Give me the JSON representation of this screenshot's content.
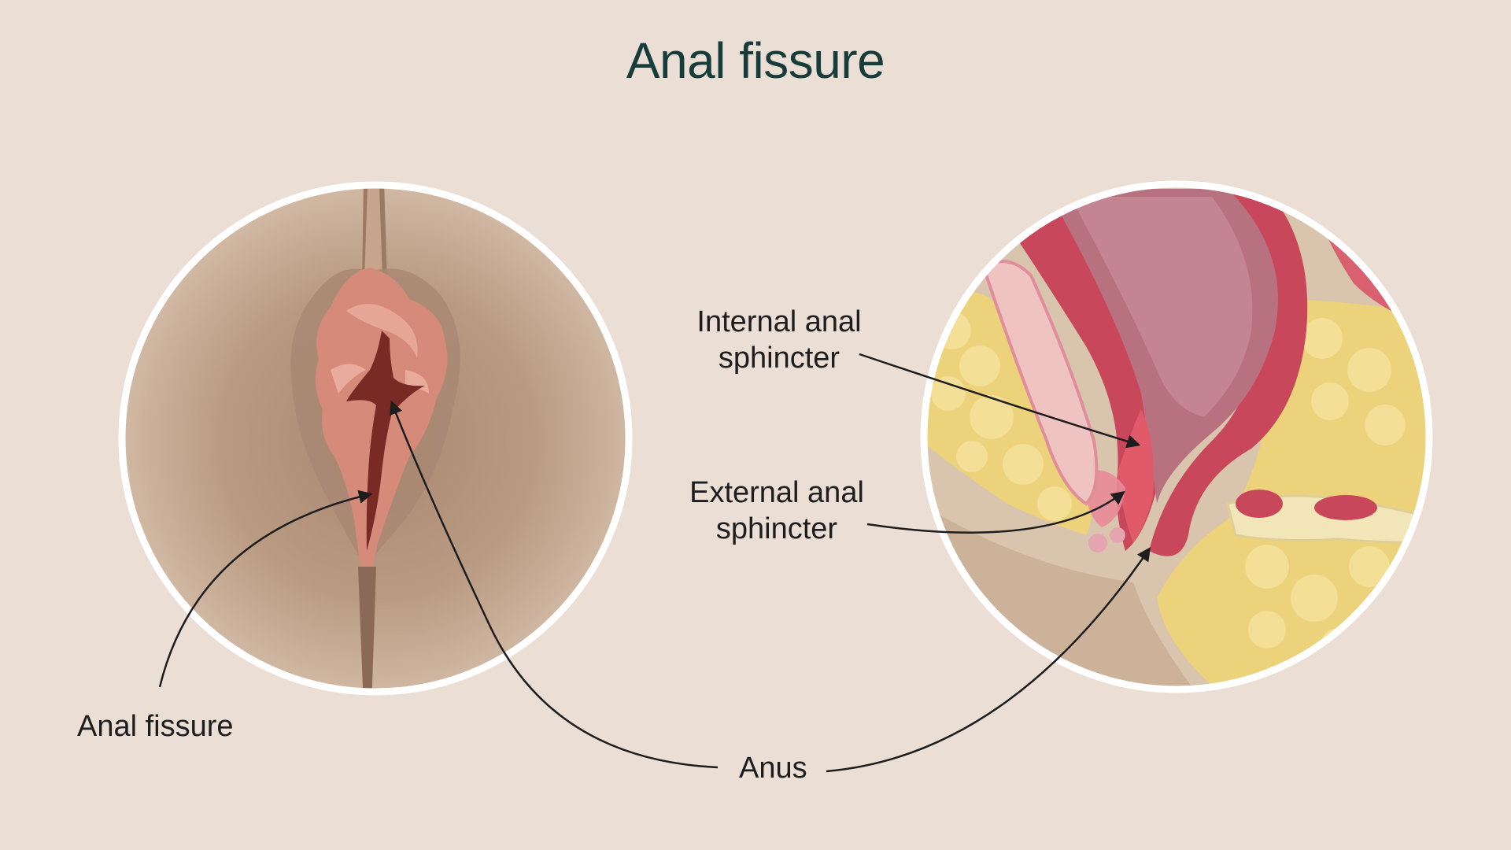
{
  "title": "Anal fissure",
  "labels": {
    "anal_fissure": "Anal fissure",
    "anus": "Anus",
    "internal_line1": "Internal anal",
    "internal_line2": "sphincter",
    "external_line1": "External anal",
    "external_line2": "sphincter"
  },
  "colors": {
    "background": "#ebdfd5",
    "title": "#173c3a",
    "skin": "#c8ac92",
    "mucosa": "#d98a7e",
    "fissure": "#7a2a24",
    "muscle": "#c9475a",
    "rectum": "#b8727f",
    "fat": "#ecd27b",
    "circle_border": "#ffffff",
    "arrow": "#1d1d1d"
  }
}
